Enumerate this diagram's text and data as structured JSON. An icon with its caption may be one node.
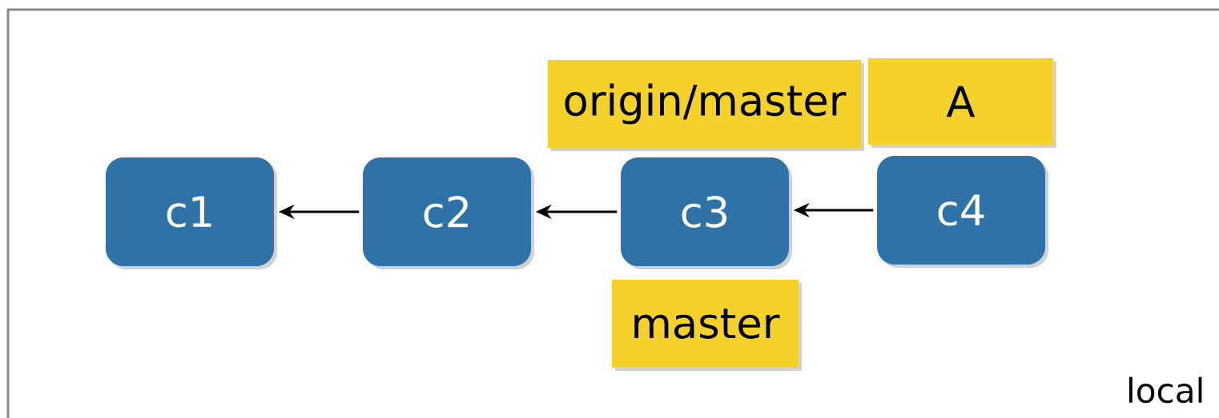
{
  "diagram": {
    "nodes": [
      {
        "text": [
          "local"
        ]
      },
      {
        "text": [
          "origin/master"
        ],
        "in": 0
      },
      {
        "text": [
          "A"
        ],
        "in": 0
      },
      {
        "text": [
          "c1"
        ],
        "in": 0
      },
      {
        "text": [
          "c2"
        ],
        "in": 0
      },
      {
        "text": [
          "c3"
        ],
        "in": 0
      },
      {
        "text": [
          "c4"
        ],
        "in": 0
      },
      {
        "text": [
          "master"
        ],
        "in": 0
      }
    ],
    "edges": [
      {
        "from": 4,
        "to": 3,
        "arrow": "to"
      },
      {
        "from": 5,
        "to": 4,
        "arrow": "to"
      },
      {
        "from": 6,
        "to": 5,
        "arrow": "to"
      }
    ]
  }
}
